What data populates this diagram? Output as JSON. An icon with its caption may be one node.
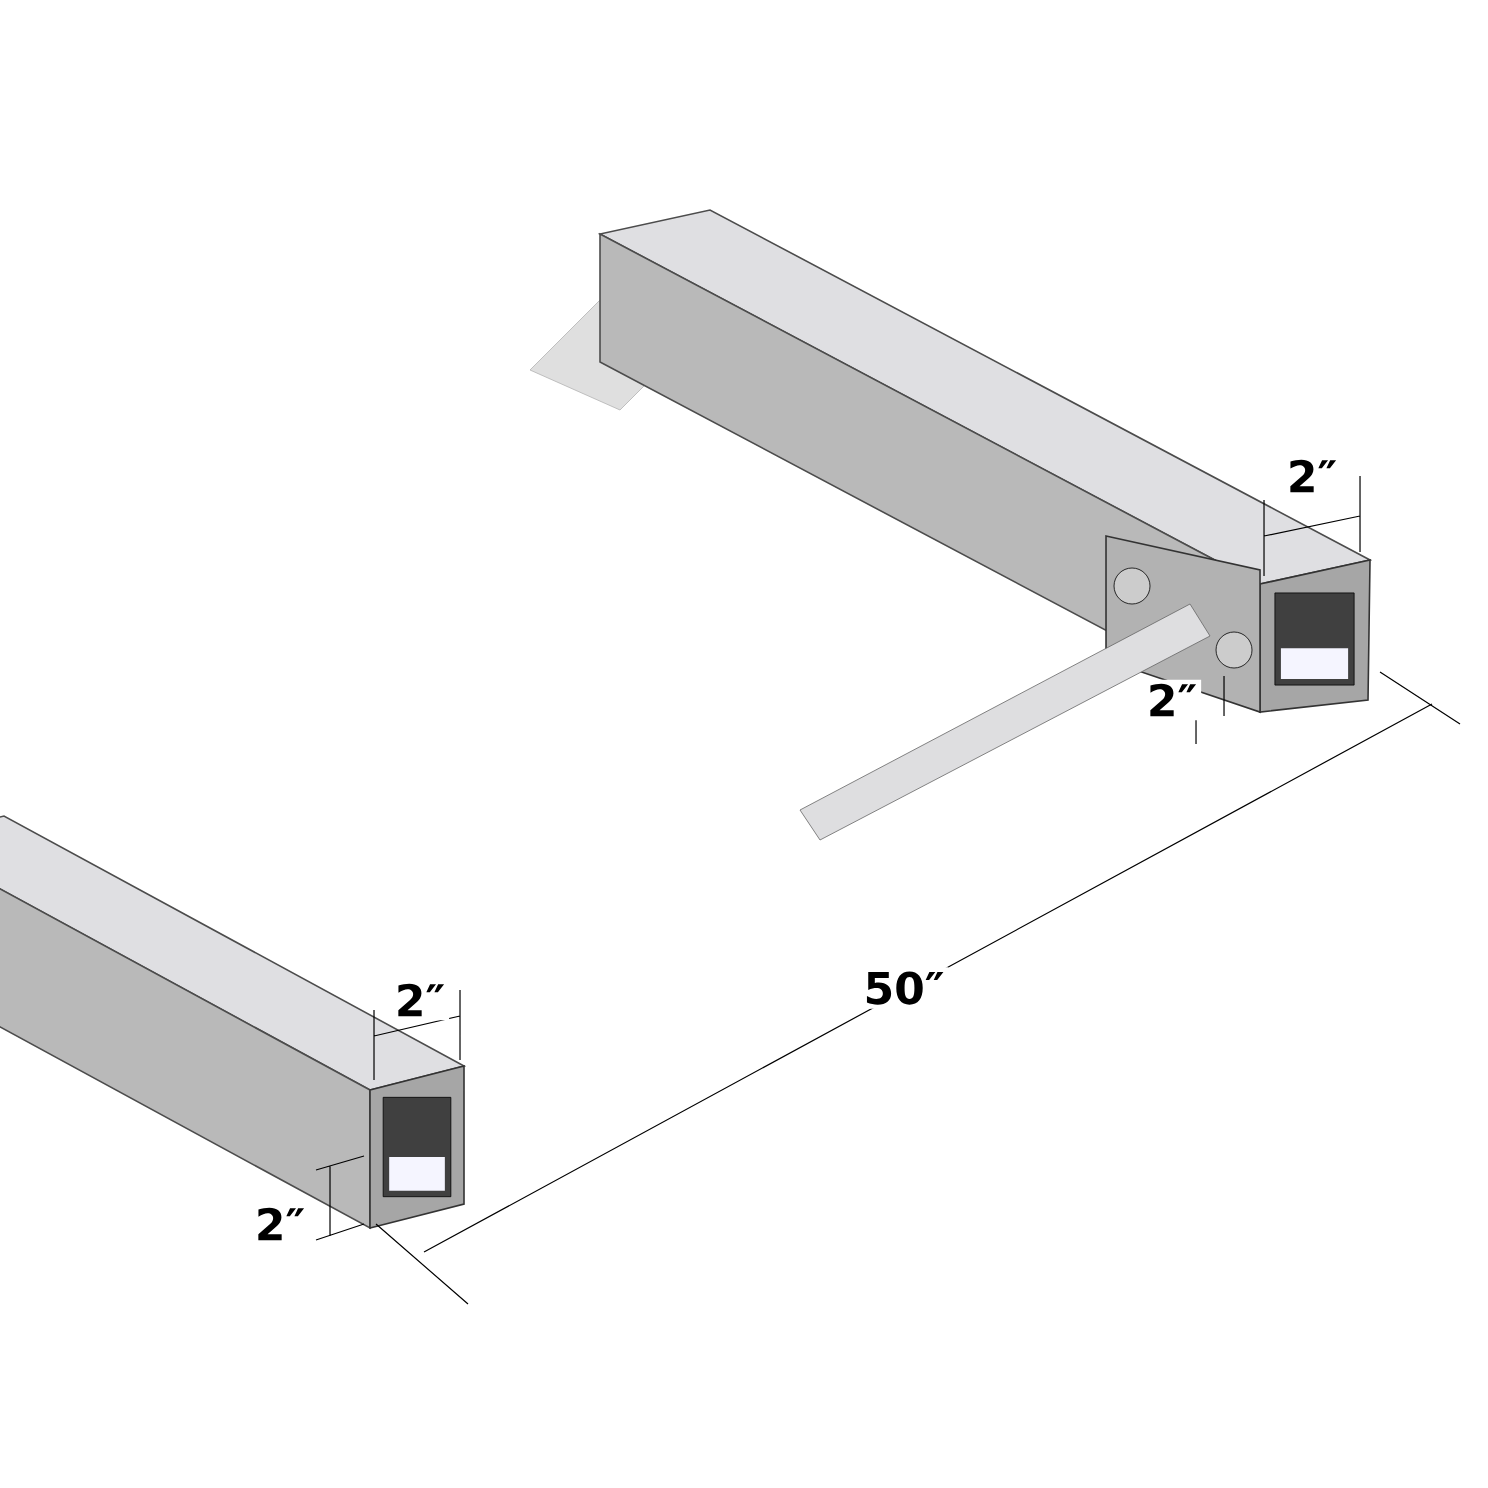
{
  "diagram": {
    "labels": [
      "2″",
      "2″",
      "50″",
      "2″",
      "2″"
    ]
  }
}
